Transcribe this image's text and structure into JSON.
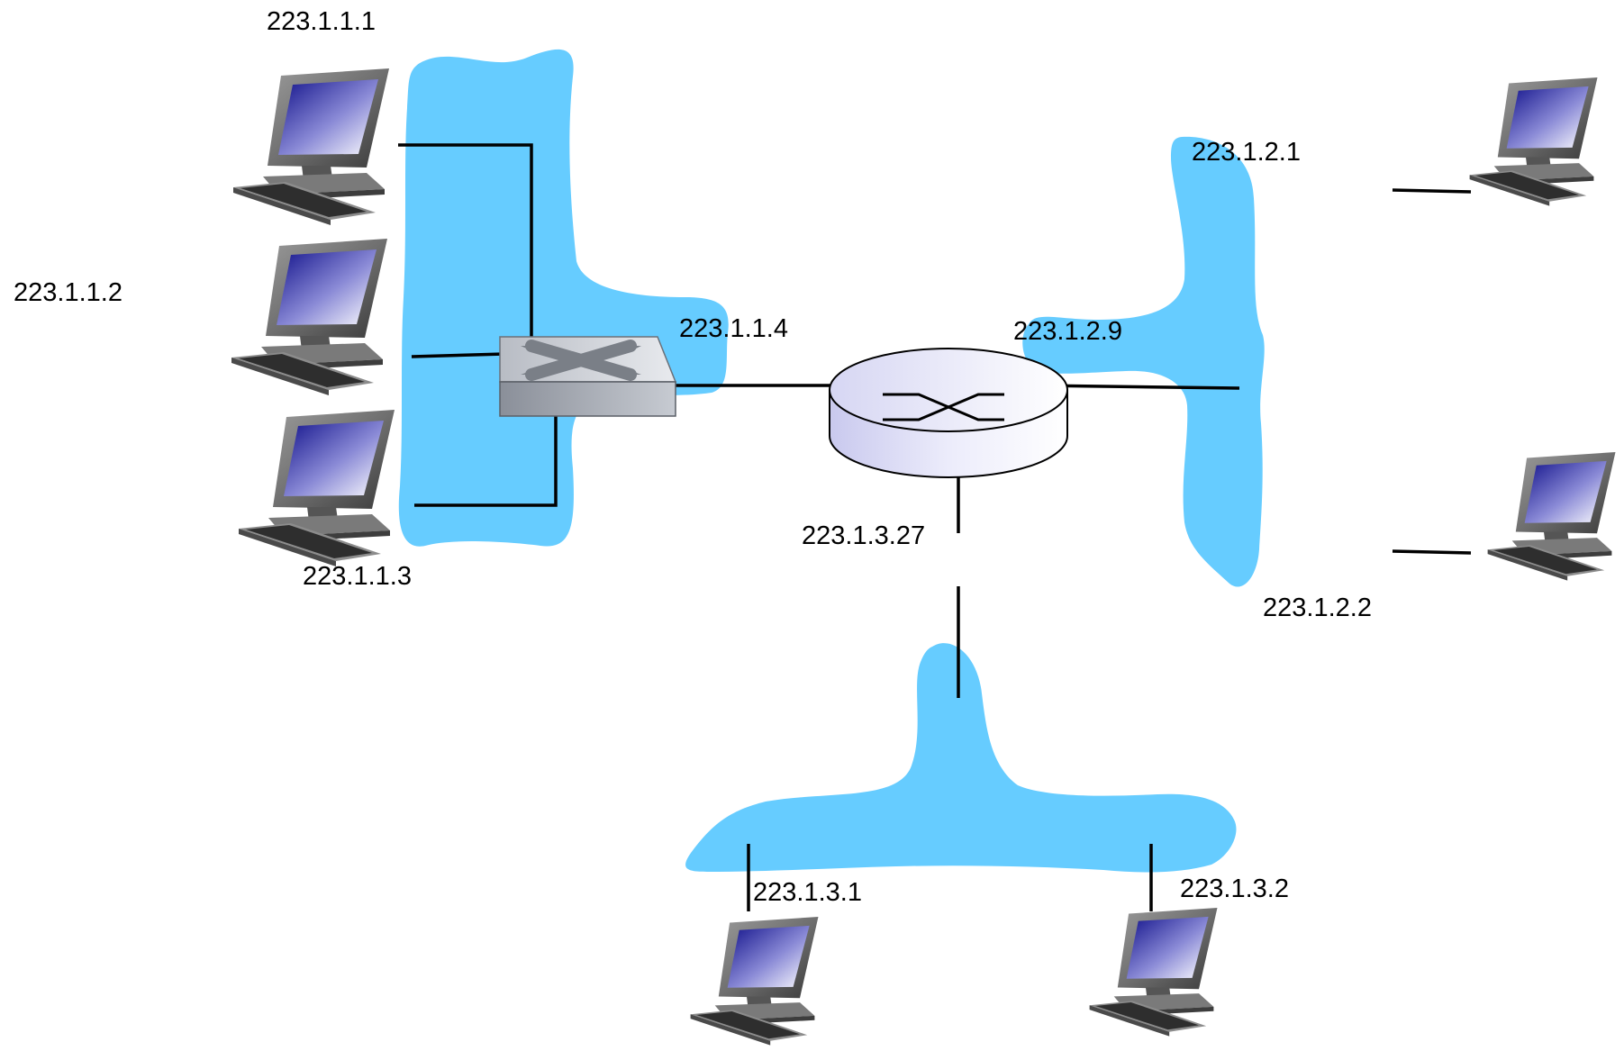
{
  "colors": {
    "subnet": "#66CCFF",
    "wire": "#000000",
    "label": "#000000",
    "screen_dark": "#1a1a8c",
    "router_body": "#d9d9f2"
  },
  "icons": {
    "host": "desktop-computer-icon",
    "switch": "ethernet-switch-icon",
    "router": "router-icon"
  },
  "labels": {
    "h111": "223.1.1.1",
    "h112": "223.1.1.2",
    "h113": "223.1.1.3",
    "sw114": "223.1.1.4",
    "r129": "223.1.2.9",
    "h121": "223.1.2.1",
    "h122": "223.1.2.2",
    "r1327": "223.1.3.27",
    "h131": "223.1.3.1",
    "h132": "223.1.3.2"
  }
}
